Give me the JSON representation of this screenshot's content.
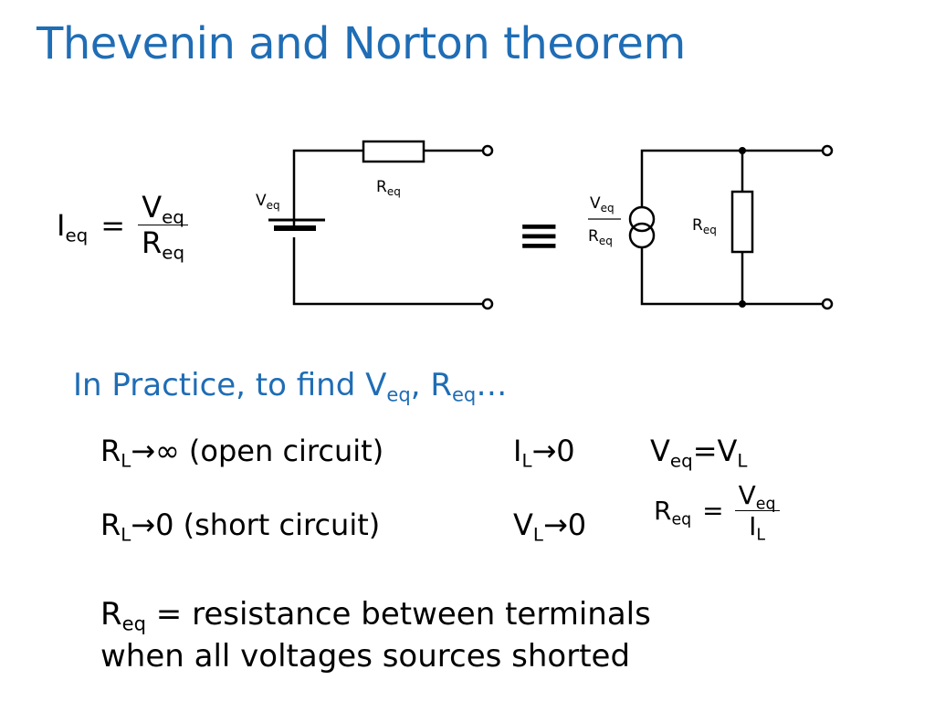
{
  "title": "Thevenin and Norton theorem",
  "formula1": {
    "lhs_base": "I",
    "lhs_sub": "eq",
    "equals": "=",
    "num_base": "V",
    "num_sub": "eq",
    "den_base": "R",
    "den_sub": "eq"
  },
  "thevenin": {
    "source_label_base": "V",
    "source_label_sub": "eq",
    "resistor_label_base": "R",
    "resistor_label_sub": "eq"
  },
  "equivalence_symbol": "≡",
  "norton": {
    "source_num_base": "V",
    "source_num_sub": "eq",
    "source_den_base": "R",
    "source_den_sub": "eq",
    "resistor_label_base": "R",
    "resistor_label_sub": "eq"
  },
  "practice": {
    "prefix": "In Practice, to find V",
    "sub1": "eq",
    "middle": ", R",
    "sub2": "eq",
    "suffix": "…"
  },
  "row1": {
    "c1_base": "R",
    "c1_sub": "L",
    "c1_rest": "→∞ (open circuit)",
    "c2_base": "I",
    "c2_sub": "L",
    "c2_rest": "→0",
    "c3_base": "V",
    "c3_sub": "eq",
    "c3_mid": "=V",
    "c3_sub2": "L"
  },
  "row2": {
    "c1_base": "R",
    "c1_sub": "L",
    "c1_rest": "→0 (short circuit)",
    "c2_base": "V",
    "c2_sub": "L",
    "c2_rest": "→0",
    "f_lhs_base": "R",
    "f_lhs_sub": "eq",
    "f_equals": "=",
    "f_num_base": "V",
    "f_num_sub": "eq",
    "f_den_base": "I",
    "f_den_sub": "L"
  },
  "note": {
    "line1_base": "R",
    "line1_sub": "eq",
    "line1_rest": " = resistance between terminals",
    "line2": "when all voltages sources shorted"
  }
}
